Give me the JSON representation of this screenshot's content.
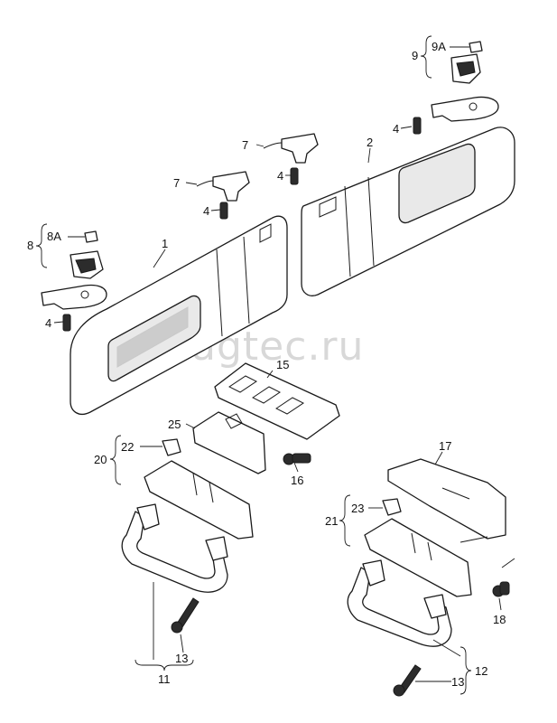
{
  "watermark": "vagtec.ru",
  "callouts": {
    "c1": "1",
    "c2": "2",
    "c4a": "4",
    "c4b": "4",
    "c4c": "4",
    "c4d": "4",
    "c7a": "7",
    "c7b": "7",
    "c8": "8",
    "c8a": "8A",
    "c9": "9",
    "c9a": "9A",
    "c11": "11",
    "c12": "12",
    "c13a": "13",
    "c13b": "13",
    "c15": "15",
    "c16": "16",
    "c17": "17",
    "c18": "18",
    "c20": "20",
    "c21": "21",
    "c22": "22",
    "c23": "23",
    "c25": "25"
  }
}
